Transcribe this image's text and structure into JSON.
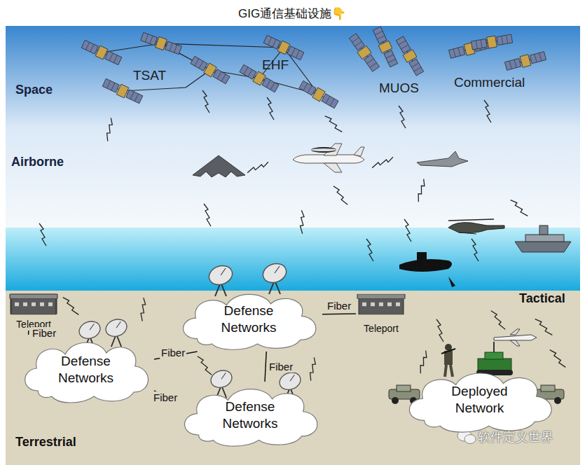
{
  "diagram": {
    "title": "GIG通信基础设施👇",
    "nodes": [
      {
        "text": [
          "Teleport"
        ]
      },
      {
        "text": [
          "Defense Networks"
        ]
      },
      {
        "text": [
          "Teleport"
        ]
      },
      {
        "text": [
          "Defense Networks"
        ]
      },
      {
        "text": [
          "Defense Networks"
        ]
      },
      {
        "text": [
          "Deployed Network"
        ]
      }
    ],
    "edges": [
      {
        "from": 0,
        "to": 3,
        "label": "Fiber",
        "arrow": "none"
      },
      {
        "from": 1,
        "to": 2,
        "label": "Fiber",
        "arrow": "none"
      },
      {
        "from": 3,
        "to": 1,
        "label": "Fiber",
        "arrow": "none"
      },
      {
        "from": 3,
        "to": 4,
        "label": "Fiber",
        "arrow": "none"
      },
      {
        "from": 1,
        "to": 4,
        "label": "Fiber",
        "arrow": "none"
      }
    ],
    "labels": [
      "TSAT",
      "EHF",
      "MUOS",
      "Commercial",
      "Space",
      "Airborne",
      "Tactical",
      "Terrestrial",
      "软件定义世界"
    ]
  }
}
